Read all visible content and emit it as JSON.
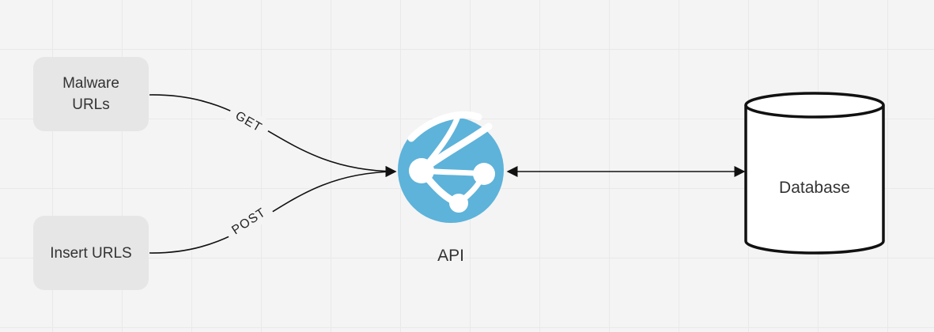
{
  "nodes": {
    "malware": {
      "lines": [
        "Malware",
        "URLs"
      ]
    },
    "insert": {
      "label": "Insert URLS"
    },
    "api": {
      "label": "API",
      "icon": "azure-app-service-globe-icon",
      "color": "#5db3da"
    },
    "database": {
      "label": "Database",
      "icon": "database-cylinder-icon"
    }
  },
  "edges": {
    "get": {
      "label": "GET"
    },
    "post": {
      "label": "POST"
    }
  }
}
